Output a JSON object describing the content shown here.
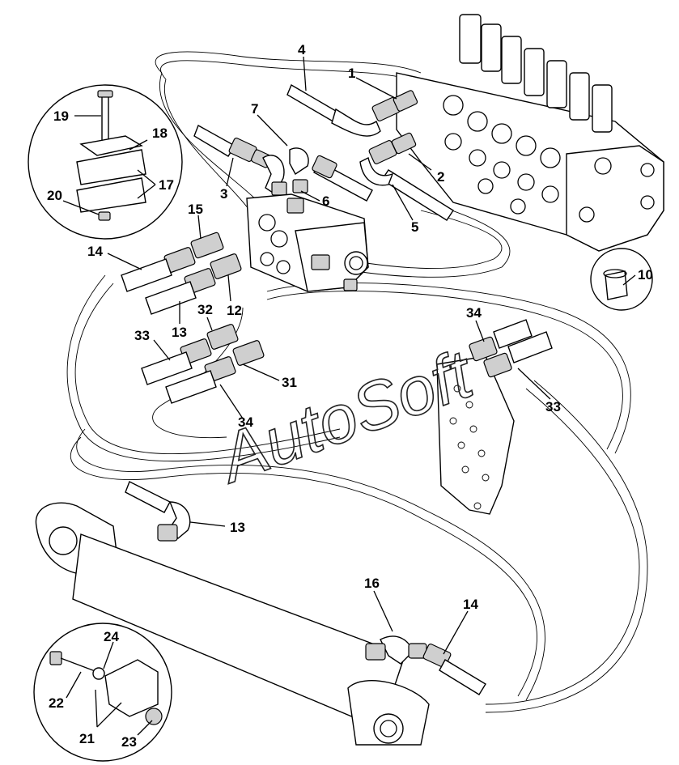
{
  "watermark": "AutoSoft",
  "callouts": [
    {
      "id": "c1",
      "text": "1"
    },
    {
      "id": "c2",
      "text": "2"
    },
    {
      "id": "c3",
      "text": "3"
    },
    {
      "id": "c4",
      "text": "4"
    },
    {
      "id": "c5",
      "text": "5"
    },
    {
      "id": "c6",
      "text": "6"
    },
    {
      "id": "c7",
      "text": "7"
    },
    {
      "id": "c10",
      "text": "10"
    },
    {
      "id": "c12",
      "text": "12"
    },
    {
      "id": "c13a",
      "text": "13"
    },
    {
      "id": "c13b",
      "text": "13"
    },
    {
      "id": "c14a",
      "text": "14"
    },
    {
      "id": "c14b",
      "text": "14"
    },
    {
      "id": "c15",
      "text": "15"
    },
    {
      "id": "c16",
      "text": "16"
    },
    {
      "id": "c17",
      "text": "17"
    },
    {
      "id": "c18",
      "text": "18"
    },
    {
      "id": "c19",
      "text": "19"
    },
    {
      "id": "c20",
      "text": "20"
    },
    {
      "id": "c21",
      "text": "21"
    },
    {
      "id": "c22",
      "text": "22"
    },
    {
      "id": "c23",
      "text": "23"
    },
    {
      "id": "c24",
      "text": "24"
    },
    {
      "id": "c31",
      "text": "31"
    },
    {
      "id": "c32",
      "text": "32"
    },
    {
      "id": "c33a",
      "text": "33"
    },
    {
      "id": "c33b",
      "text": "33"
    },
    {
      "id": "c34a",
      "text": "34"
    },
    {
      "id": "c34b",
      "text": "34"
    }
  ]
}
